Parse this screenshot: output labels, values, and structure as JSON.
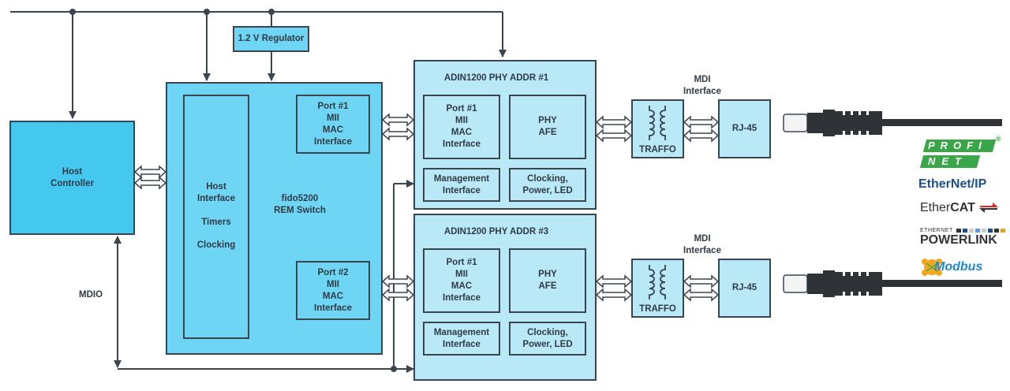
{
  "regulator": {
    "label": "1.2 V Regulator"
  },
  "host_controller": {
    "label": "Host\nController"
  },
  "switch": {
    "label": "fido5200\nREM Switch",
    "host_block": {
      "items": [
        "Host\nInterface",
        "Timers",
        "Clocking"
      ]
    },
    "port1": "Port #1\nMII\nMAC\nInterface",
    "port2": "Port #2\nMII\nMAC\nInterface"
  },
  "phys": [
    {
      "title": "ADIN1200 PHY ADDR #1",
      "mac": "Port #1\nMII\nMAC\nInterface",
      "afe": "PHY\nAFE",
      "mgmt": "Management\nInterface",
      "clock": "Clocking,\nPower, LED"
    },
    {
      "title": "ADIN1200 PHY ADDR #3",
      "mac": "Port #1\nMII\nMAC\nInterface",
      "afe": "PHY\nAFE",
      "mgmt": "Management\nInterface",
      "clock": "Clocking,\nPower, LED"
    }
  ],
  "mdi_label": "MDI\nInterface",
  "traffo_label": "TRAFFO",
  "rj45_label": "RJ-45",
  "mdio_label": "MDIO",
  "protocols": {
    "profinet_top": "PROFI",
    "profinet_bottom": "NET",
    "ethernetip": "EtherNet/IP",
    "ethercat_a": "Ether",
    "ethercat_b": "CAT",
    "powerlink_small": "ETHERNET",
    "powerlink": "POWERLINK",
    "modbus": "Modbus"
  },
  "colors": {
    "host": "#45c8f0",
    "switch": "#6fd5f4",
    "phy": "#b9e9f7",
    "line": "#3a4550",
    "profinet": "#3aa648",
    "ethernetip": "#1b4f8a",
    "ethercat_red": "#e2231a",
    "modbus": "#1e88d6",
    "modbus_star": "#f2a71c"
  }
}
